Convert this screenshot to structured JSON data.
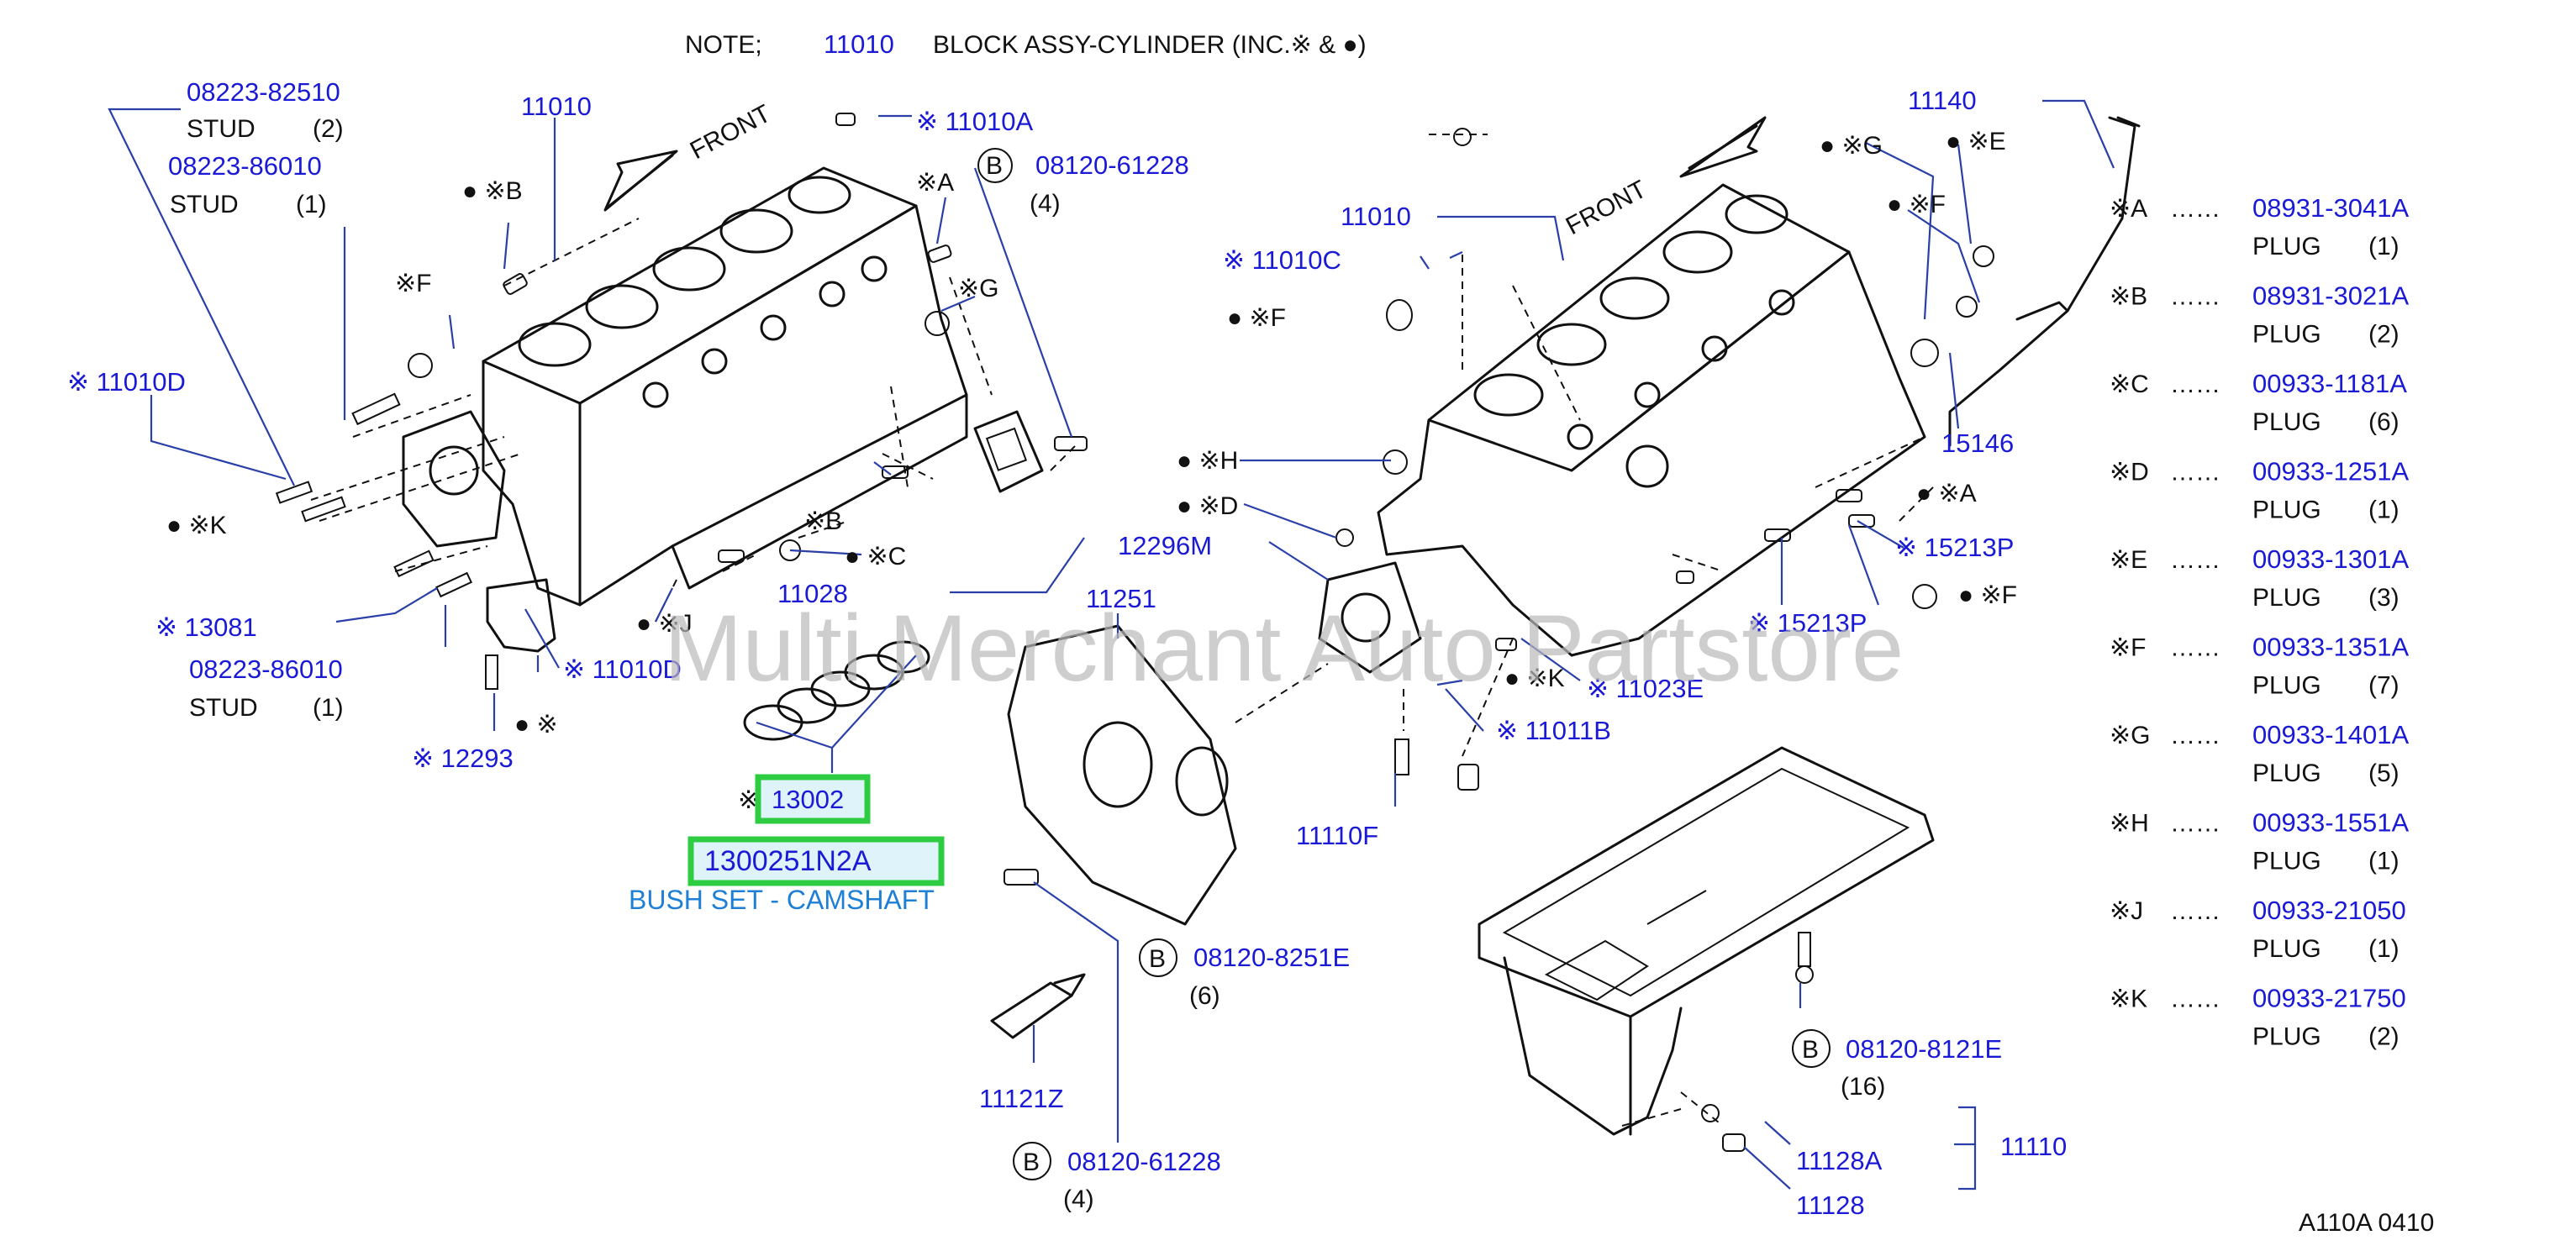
{
  "note": {
    "prefix": "NOTE;",
    "part": "11010",
    "text": "BLOCK   ASSY-CYLINDER   (INC.※ &   ●)"
  },
  "front_label": "FRONT",
  "watermark": "Multi Merchant Auto Partstore",
  "highlight": {
    "small_part": "13002",
    "part_number": "1300251N2A",
    "description": "BUSH SET - CAMSHAFT"
  },
  "callouts": {
    "p08223_82510": "08223-82510",
    "stud_a": "STUD",
    "qty_2a": "(2)",
    "p08223_86010a": "08223-86010",
    "stud_b": "STUD",
    "qty_1a": "(1)",
    "p11010_left": "11010",
    "p11010A": "※ 11010A",
    "p08120_61228a": "08120-61228",
    "qty_4a": "(4)",
    "b_left": "● ※B",
    "a_left": "※A",
    "f_left": "※F",
    "g_left": "※G",
    "p11010D_a": "※ 11010D",
    "k_left": "● ※K",
    "b_mid": "※B",
    "c_mid": "● ※C",
    "p11028": "11028",
    "j_mid": "● ※J",
    "p13081": "※ 13081",
    "p11010D_b": "※ 11010D",
    "p08223_86010b": "08223-86010",
    "stud_c": "STUD",
    "qty_1b": "(1)",
    "dot_star": "● ※",
    "p12293": "※ 12293",
    "p11251": "11251",
    "p08120_8251E": "08120-8251E",
    "qty_6": "(6)",
    "p11121Z": "11121Z",
    "p08120_61228b": "08120-61228",
    "qty_4b": "(4)",
    "p11010_right": "11010",
    "p11010C": "※ 11010C",
    "f_right_a": "● ※F",
    "g_right": "● ※G",
    "e_right": "● ※E",
    "f_right_b": "● ※F",
    "p11140": "11140",
    "p15146": "15146",
    "h_right": "● ※H",
    "d_right": "● ※D",
    "p12296M": "12296M",
    "a_right": "● ※A",
    "p15213P_a": "※ 15213P",
    "f_right_c": "● ※F",
    "p15213P_b": "※ 15213P",
    "k_right": "● ※K",
    "p11023E": "※ 11023E",
    "p11011B": "※ 11011B",
    "p11110F": "11110F",
    "p08120_8121E": "08120-8121E",
    "qty_16": "(16)",
    "p11128A": "11128A",
    "p11128": "11128",
    "p11110": "11110",
    "footer": "A110A   0410"
  },
  "legend": [
    {
      "key": "※A",
      "dots": "……",
      "part": "08931-3041A",
      "name": "PLUG",
      "qty": "(1)"
    },
    {
      "key": "※B",
      "dots": "……",
      "part": "08931-3021A",
      "name": "PLUG",
      "qty": "(2)"
    },
    {
      "key": "※C",
      "dots": "……",
      "part": "00933-1181A",
      "name": "PLUG",
      "qty": "(6)"
    },
    {
      "key": "※D",
      "dots": "……",
      "part": "00933-1251A",
      "name": "PLUG",
      "qty": "(1)"
    },
    {
      "key": "※E",
      "dots": "……",
      "part": "00933-1301A",
      "name": "PLUG",
      "qty": "(3)"
    },
    {
      "key": "※F",
      "dots": "……",
      "part": "00933-1351A",
      "name": "PLUG",
      "qty": "(7)"
    },
    {
      "key": "※G",
      "dots": "……",
      "part": "00933-1401A",
      "name": "PLUG",
      "qty": "(5)"
    },
    {
      "key": "※H",
      "dots": "……",
      "part": "00933-1551A",
      "name": "PLUG",
      "qty": "(1)"
    },
    {
      "key": "※J",
      "dots": "……",
      "part": "00933-21050",
      "name": "PLUG",
      "qty": "(1)"
    },
    {
      "key": "※K",
      "dots": "……",
      "part": "00933-21750",
      "name": "PLUG",
      "qty": "(2)"
    }
  ],
  "colors": {
    "part_number": "#1a1ad6",
    "text": "#111111",
    "leader": "#2a3fa8",
    "highlight_border": "#2ecc40",
    "highlight_fill": "#dff3fb",
    "description": "#1e7fd6",
    "watermark": "#b9b9b9"
  }
}
